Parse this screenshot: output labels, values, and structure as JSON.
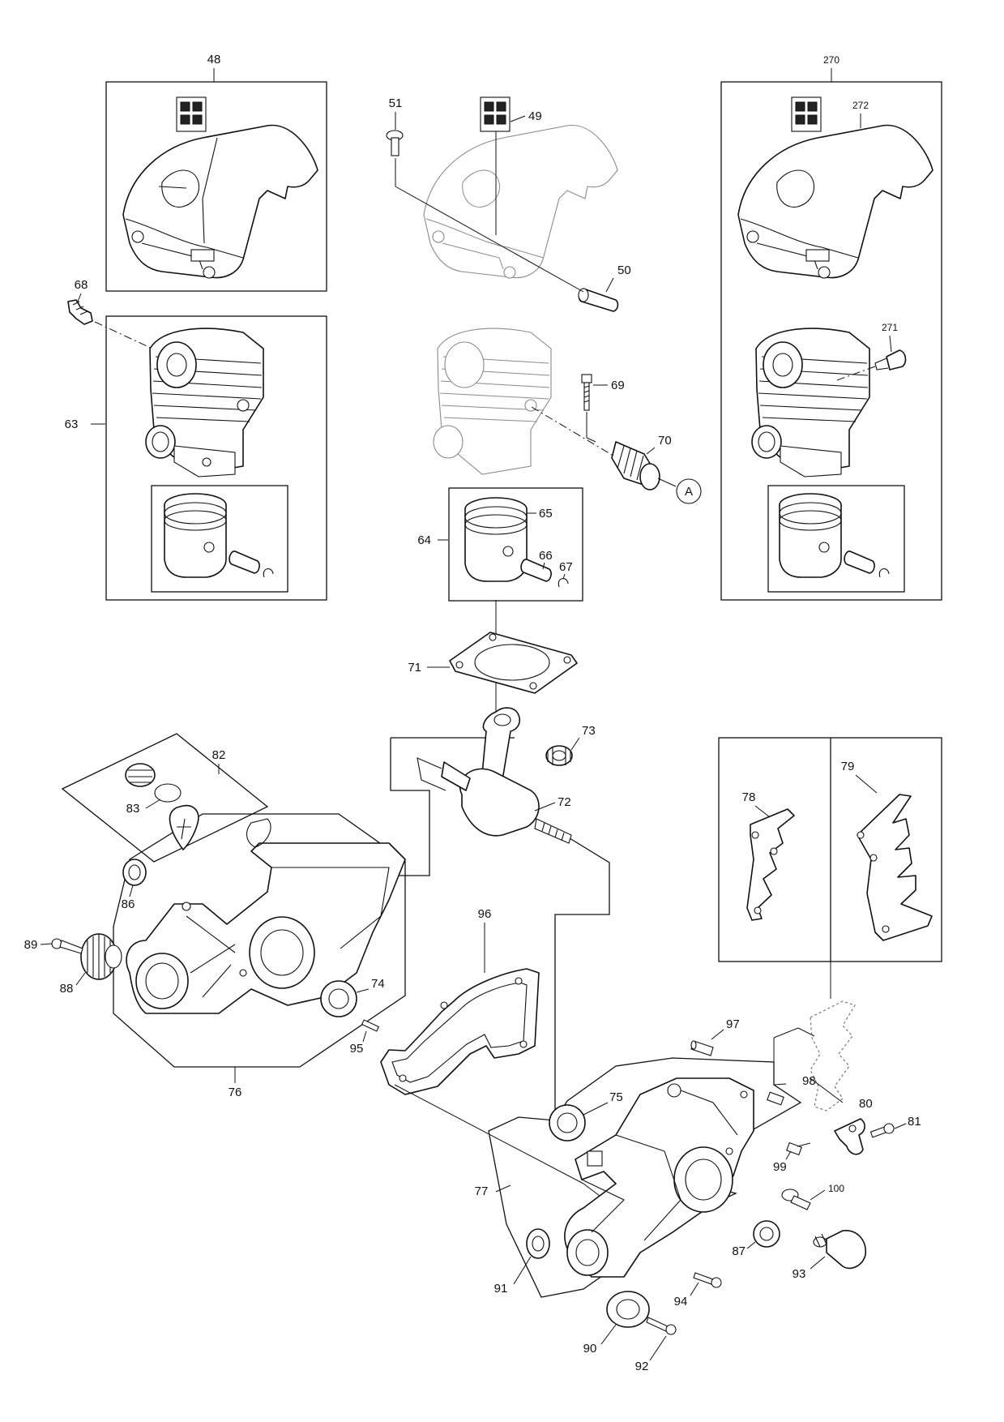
{
  "diagram": {
    "callouts": {
      "p48": "48",
      "p49": "49",
      "p50": "50",
      "p51": "51",
      "p63": "63",
      "p64": "64",
      "p65": "65",
      "p66": "66",
      "p67": "67",
      "p68": "68",
      "p69": "69",
      "p70": "70",
      "p71": "71",
      "p72": "72",
      "p73": "73",
      "p74": "74",
      "p75": "75",
      "p76": "76",
      "p77": "77",
      "p78": "78",
      "p79": "79",
      "p80": "80",
      "p81": "81",
      "p82": "82",
      "p83": "83",
      "p86": "86",
      "p87": "87",
      "p88": "88",
      "p89": "89",
      "p90": "90",
      "p91": "91",
      "p92": "92",
      "p93": "93",
      "p94": "94",
      "p95": "95",
      "p96": "96",
      "p97": "97",
      "p98": "98",
      "p99": "99",
      "p100": "100",
      "p270": "270",
      "p271": "271",
      "p272": "272"
    },
    "reference_marker": "A"
  }
}
